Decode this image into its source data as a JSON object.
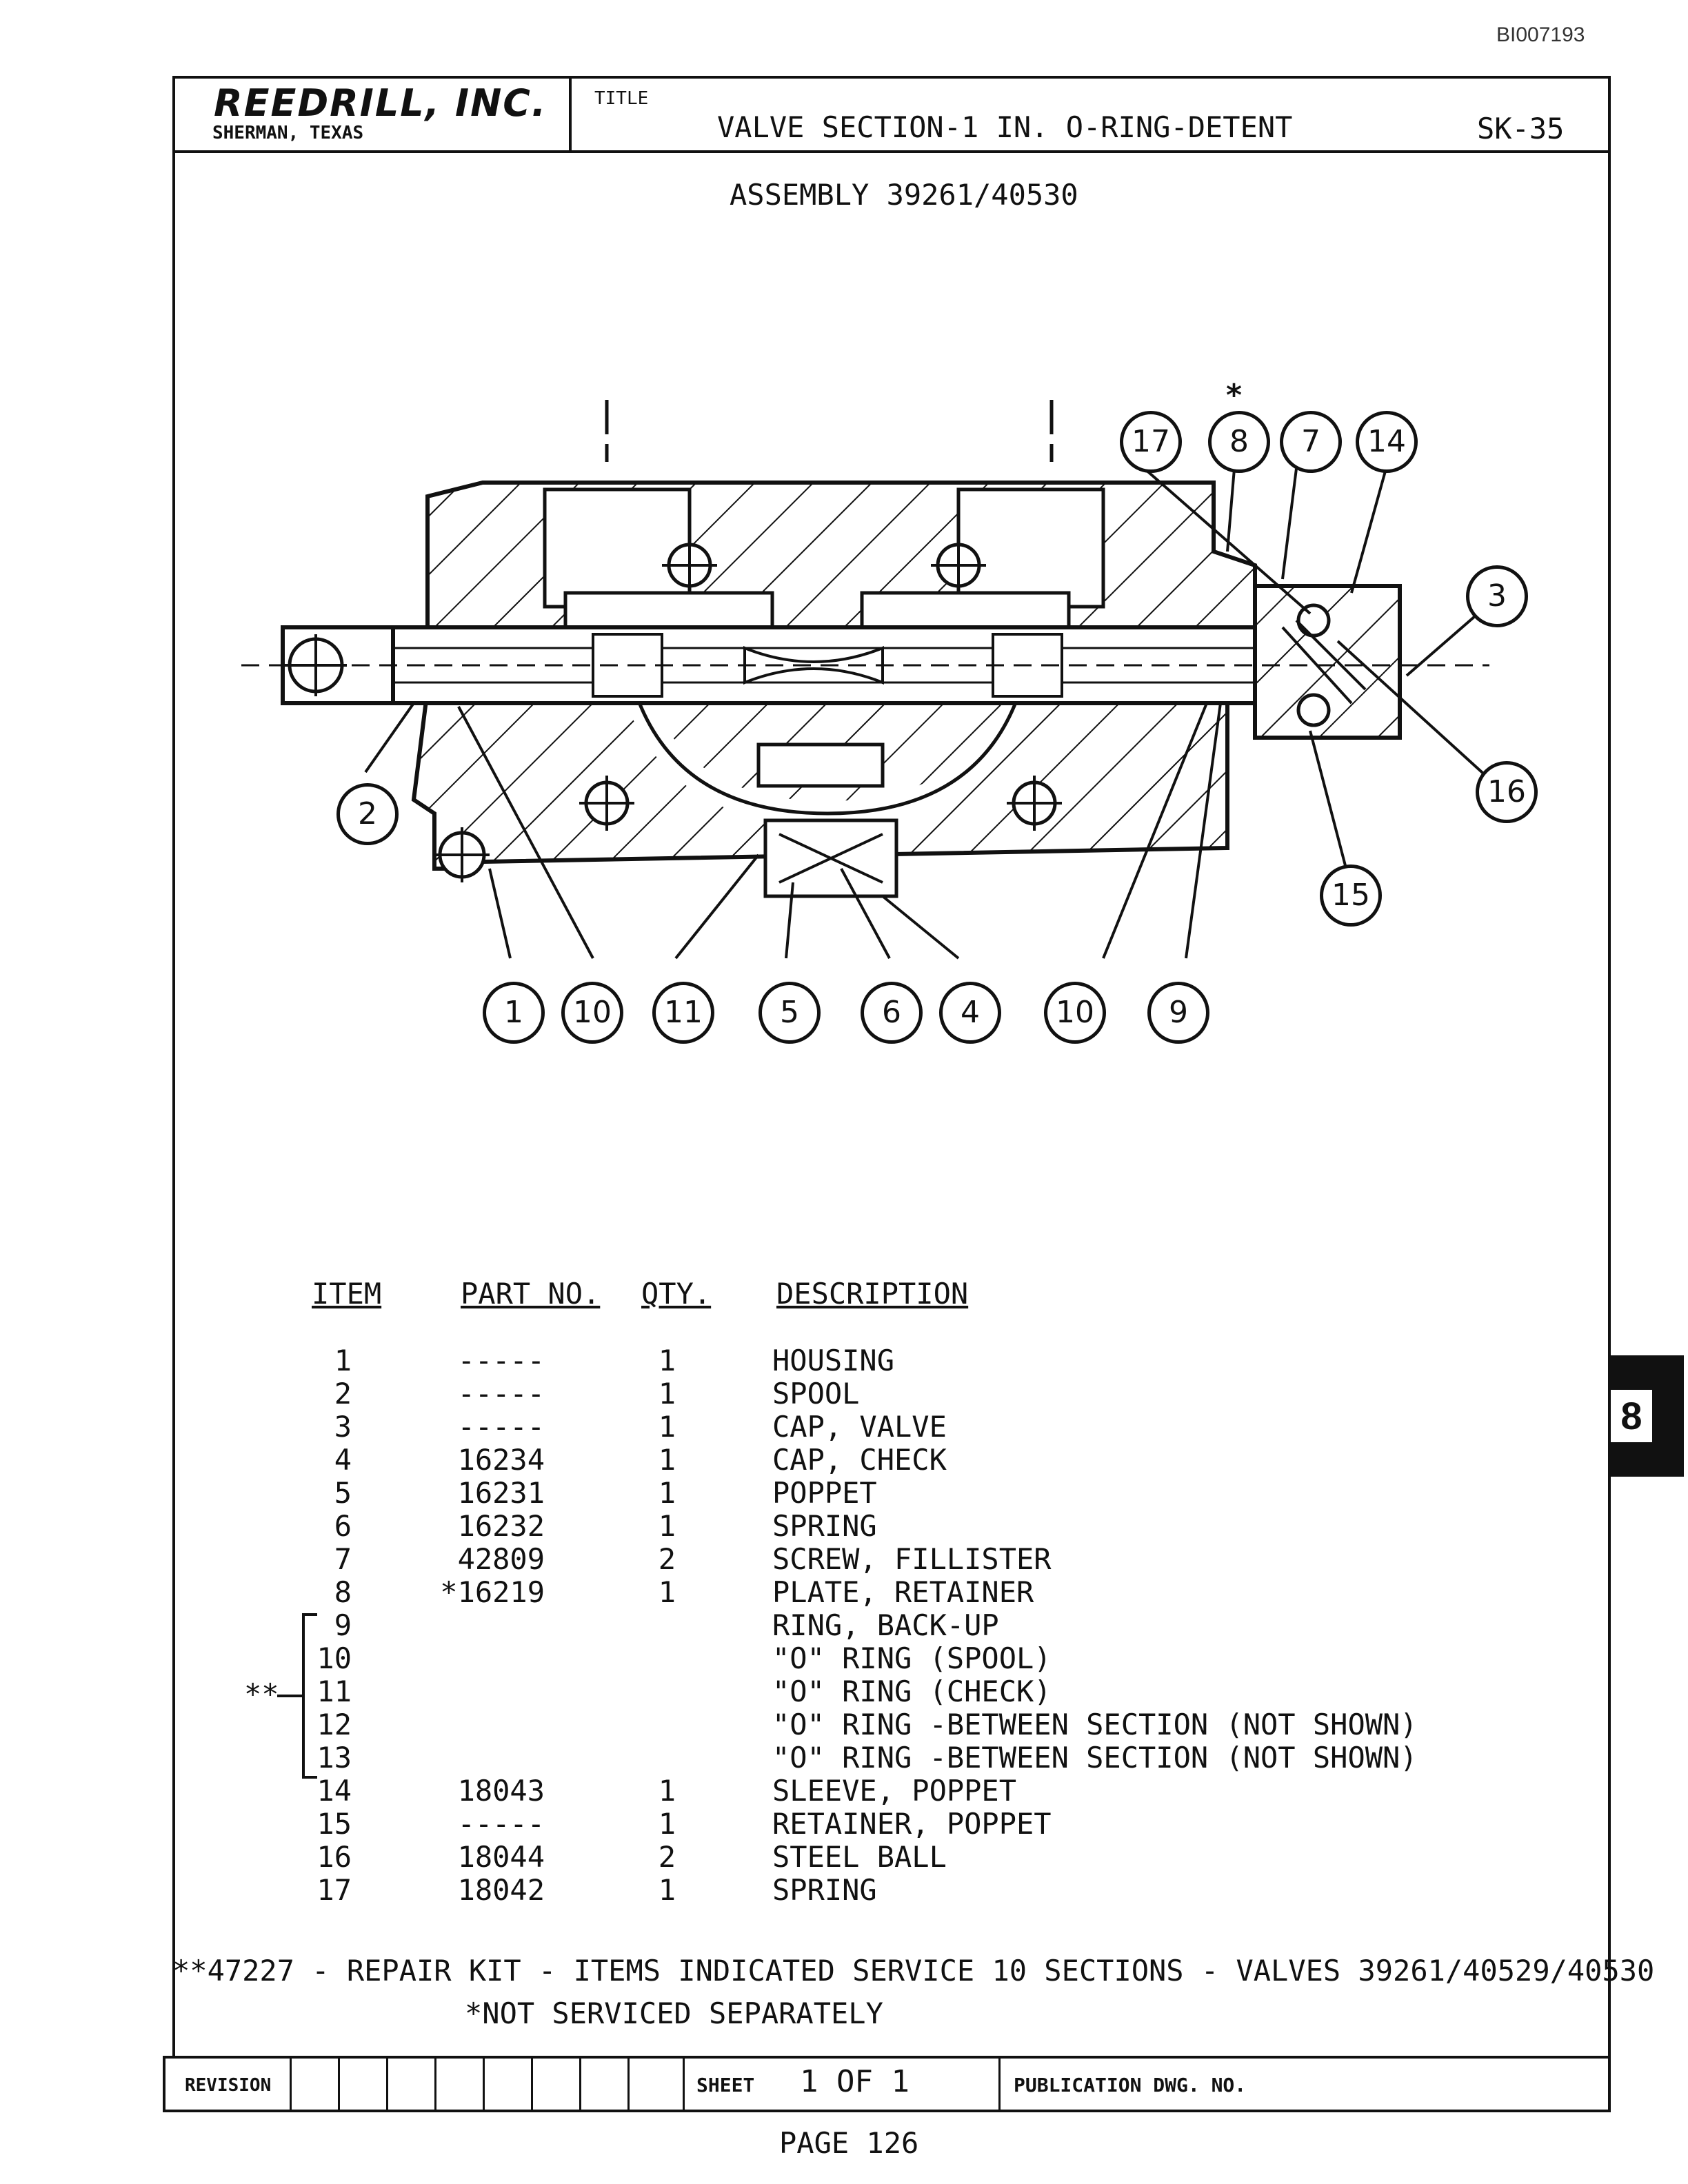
{
  "doc_id": "BI007193",
  "header": {
    "company": "REEDRILL, INC.",
    "city": "SHERMAN, TEXAS",
    "title_label": "TITLE",
    "title": "VALVE SECTION-1 IN. O-RING-DETENT",
    "sheet_code": "SK-35"
  },
  "assembly": "ASSEMBLY 39261/40530",
  "callouts": {
    "c1": "1",
    "c2": "2",
    "c3": "3",
    "c4": "4",
    "c5": "5",
    "c6": "6",
    "c7": "7",
    "c8": "8",
    "c8_mark": "*",
    "c9": "9",
    "c10a": "10",
    "c10b": "10",
    "c11": "11",
    "c14": "14",
    "c15": "15",
    "c16": "16",
    "c17": "17"
  },
  "parts_table": {
    "headers": {
      "item": "ITEM",
      "part_no": "PART NO.",
      "qty": "QTY.",
      "description": "DESCRIPTION"
    },
    "rows": [
      {
        "item": "1",
        "part_no": "-----",
        "qty": "1",
        "description": "HOUSING"
      },
      {
        "item": "2",
        "part_no": "-----",
        "qty": "1",
        "description": "SPOOL"
      },
      {
        "item": "3",
        "part_no": "-----",
        "qty": "1",
        "description": "CAP, VALVE"
      },
      {
        "item": "4",
        "part_no": "16234",
        "qty": "1",
        "description": "CAP, CHECK"
      },
      {
        "item": "5",
        "part_no": "16231",
        "qty": "1",
        "description": "POPPET"
      },
      {
        "item": "6",
        "part_no": "16232",
        "qty": "1",
        "description": "SPRING"
      },
      {
        "item": "7",
        "part_no": "42809",
        "qty": "2",
        "description": "SCREW, FILLISTER"
      },
      {
        "item": "8",
        "part_no": "*16219",
        "qty": "1",
        "description": "PLATE, RETAINER"
      },
      {
        "item": "9",
        "part_no": "",
        "qty": "",
        "description": "RING, BACK-UP"
      },
      {
        "item": "10",
        "part_no": "",
        "qty": "",
        "description": "\"O\" RING (SPOOL)"
      },
      {
        "item": "11",
        "part_no": "",
        "qty": "",
        "description": "\"O\" RING (CHECK)"
      },
      {
        "item": "12",
        "part_no": "",
        "qty": "",
        "description": "\"O\" RING -BETWEEN SECTION (NOT SHOWN)"
      },
      {
        "item": "13",
        "part_no": "",
        "qty": "",
        "description": "\"O\" RING -BETWEEN SECTION (NOT SHOWN)"
      },
      {
        "item": "14",
        "part_no": "18043",
        "qty": "1",
        "description": "SLEEVE, POPPET"
      },
      {
        "item": "15",
        "part_no": "-----",
        "qty": "1",
        "description": "RETAINER, POPPET"
      },
      {
        "item": "16",
        "part_no": "18044",
        "qty": "2",
        "description": "STEEL BALL"
      },
      {
        "item": "17",
        "part_no": "18042",
        "qty": "1",
        "description": "SPRING"
      }
    ],
    "kit_marker": "**"
  },
  "notes": {
    "repair_kit": "**47227 - REPAIR KIT - ITEMS INDICATED SERVICE 10 SECTIONS - VALVES 39261/40529/40530",
    "not_serviced": "*NOT SERVICED SEPARATELY"
  },
  "side_tab": "8",
  "footer": {
    "revision_label": "REVISION",
    "sheet_label": "SHEET",
    "sheet_value": "1 OF 1",
    "publication_label": "PUBLICATION DWG. NO.",
    "page": "PAGE 126"
  }
}
